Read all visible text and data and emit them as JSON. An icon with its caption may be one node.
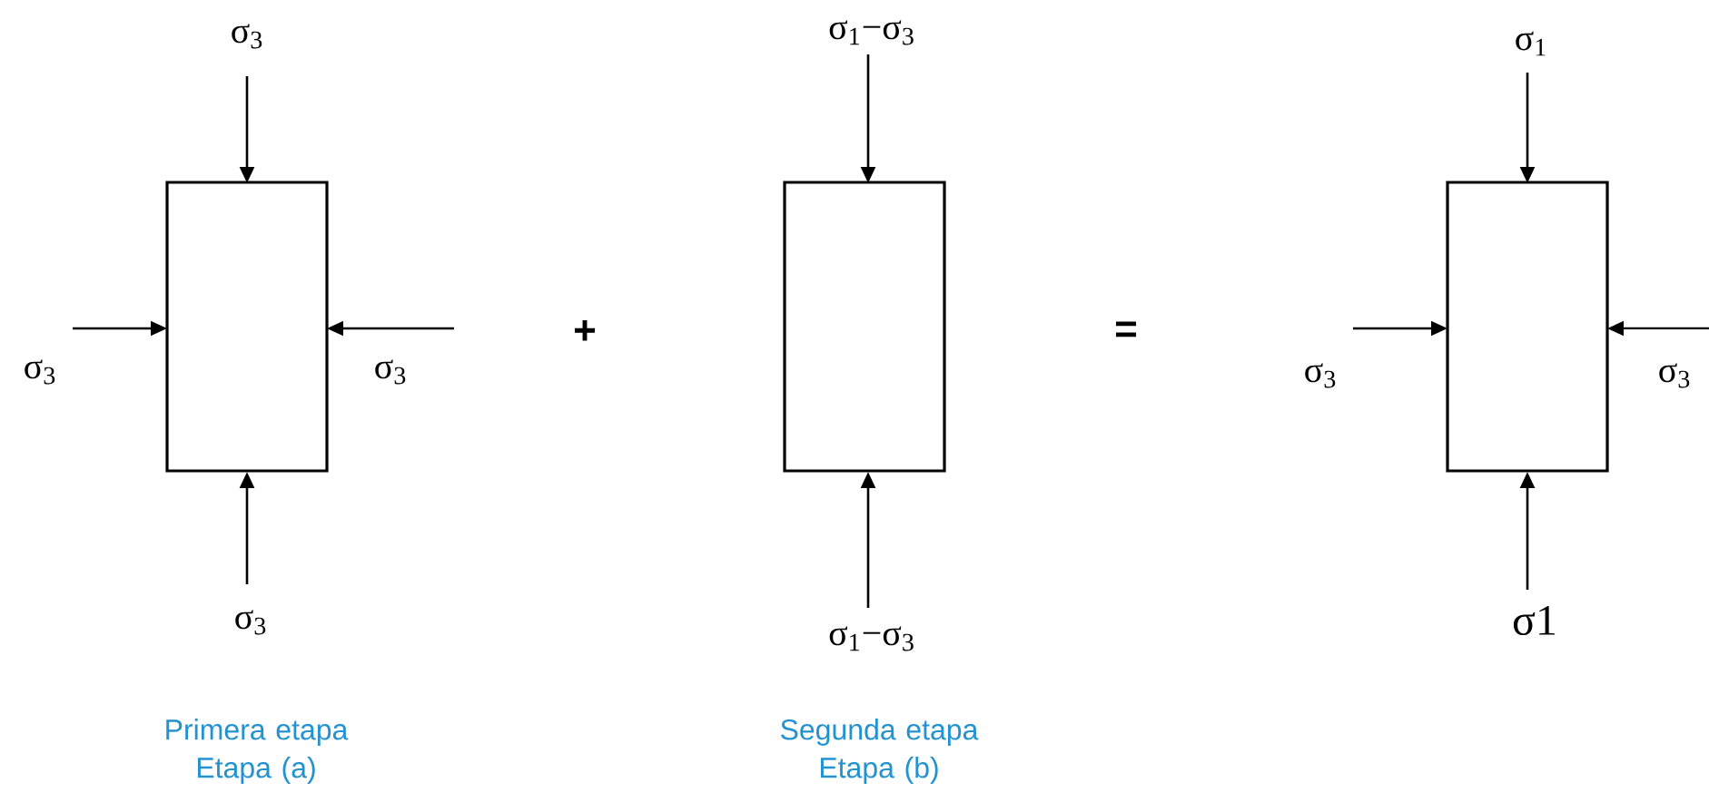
{
  "diagram": {
    "nodes": [
      {
        "text": [],
        "shape": "box"
      },
      {
        "text": [],
        "shape": "box"
      },
      {
        "text": [],
        "shape": "box"
      }
    ],
    "edges": [],
    "labels": [
      "σ$_{3}$",
      "σ$_{3}$",
      "σ$_{3}$",
      "σ$_{3}$",
      "+",
      "σ$_{1}$−σ$_{3}$",
      "σ$_{1}$−σ$_{3}$",
      "=",
      "σ$_{1}$",
      "σ$_{3}$",
      "σ$_{3}$",
      "σ1",
      "Primera etapa Etapa (a)",
      "Segunda etapa Etapa (b)"
    ]
  }
}
